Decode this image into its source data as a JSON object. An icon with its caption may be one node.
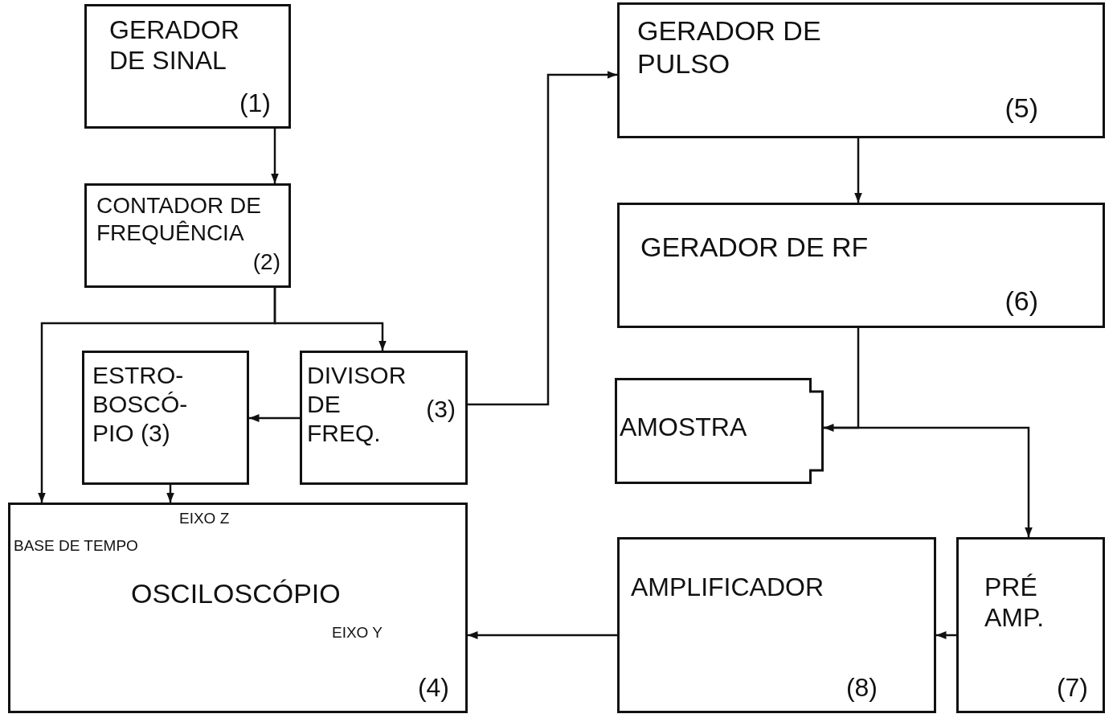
{
  "diagram": {
    "nodes": [
      {
        "text": [
          "GERADOR DE SINAL",
          "(1)"
        ]
      },
      {
        "text": [
          "CONTADOR DE FREQUÊNCIA",
          "(2)"
        ]
      },
      {
        "text": [
          "ESTRO- BOSCÓ- PIO (3)"
        ]
      },
      {
        "text": [
          "DIVISOR DE FREQ.",
          "(3)"
        ]
      },
      {
        "text": [
          "OSCILOSCÓPIO",
          "(4)",
          "EIXO Z",
          "BASE DE TEMPO",
          "EIXO Y"
        ]
      },
      {
        "text": [
          "GERADOR DE PULSO",
          "(5)"
        ]
      },
      {
        "text": [
          "GERADOR DE RF",
          "(6)"
        ]
      },
      {
        "text": [
          "AMOSTRA"
        ]
      },
      {
        "text": [
          "AMPLIFICADOR",
          "(8)"
        ]
      },
      {
        "text": [
          "PRÉ AMP.",
          "(7)"
        ]
      }
    ],
    "edges": [
      {
        "from": 0,
        "to": 1,
        "arrow": "to"
      },
      {
        "from": 1,
        "to": 3,
        "arrow": "to"
      },
      {
        "from": 1,
        "to": 4,
        "arrow": "to"
      },
      {
        "from": 3,
        "to": 2,
        "arrow": "to"
      },
      {
        "from": 2,
        "to": 4,
        "arrow": "to"
      },
      {
        "from": 3,
        "to": 5,
        "arrow": "to"
      },
      {
        "from": 5,
        "to": 6,
        "arrow": "to"
      },
      {
        "from": 6,
        "to": 7,
        "arrow": "to"
      },
      {
        "from": 7,
        "to": 9,
        "arrow": "to"
      },
      {
        "from": 9,
        "to": 8,
        "arrow": "to"
      },
      {
        "from": 8,
        "to": 4,
        "arrow": "to"
      }
    ]
  }
}
